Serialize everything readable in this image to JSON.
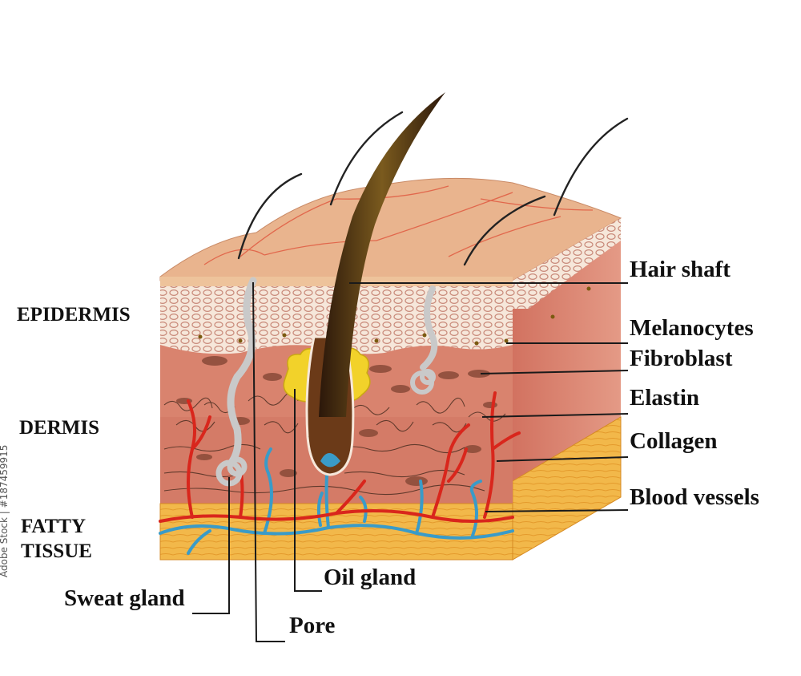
{
  "layers": {
    "epidermis": "EPIDERMIS",
    "dermis": "DERMIS",
    "fatty_tissue_line1": "FATTY",
    "fatty_tissue_line2": "TISSUE"
  },
  "labels": {
    "hair_shaft": "Hair shaft",
    "melanocytes": "Melanocytes",
    "fibroblast": "Fibroblast",
    "elastin": "Elastin",
    "collagen": "Collagen",
    "blood_vessels": "Blood vessels",
    "oil_gland": "Oil gland",
    "sweat_gland": "Sweat gland",
    "pore": "Pore"
  },
  "watermark": "Adobe Stock | #187459915",
  "colors": {
    "skin_surface": "#e9b48e",
    "epidermis": "#f3e0d2",
    "dermis": "#d9836e",
    "fat": "#f2b84a",
    "artery": "#d9261c",
    "vein": "#3a9bc8",
    "oil_gland": "#f2d22a",
    "hair": "#4a2a12",
    "leader_line": "#1a1a1a"
  }
}
